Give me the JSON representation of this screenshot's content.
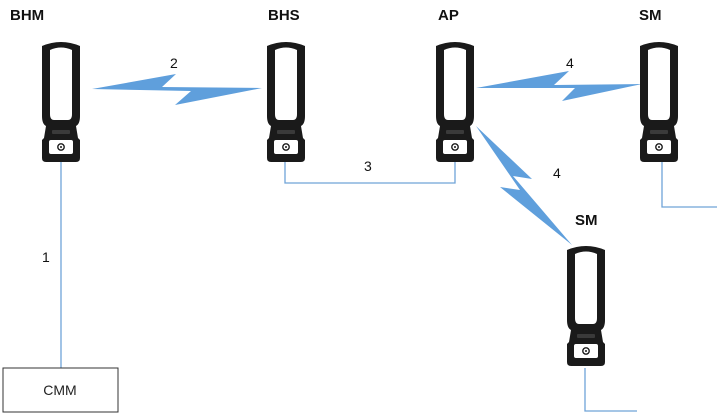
{
  "diagram": {
    "devices": [
      {
        "id": "bhm",
        "label": "BHM"
      },
      {
        "id": "bhs",
        "label": "BHS"
      },
      {
        "id": "ap",
        "label": "AP"
      },
      {
        "id": "sm1",
        "label": "SM"
      },
      {
        "id": "sm2",
        "label": "SM"
      }
    ],
    "cmm_box": {
      "label": "CMM"
    },
    "links": [
      {
        "id": "link-1",
        "label": "1",
        "type": "wired",
        "from": "BHM",
        "to": "CMM"
      },
      {
        "id": "link-2",
        "label": "2",
        "type": "wireless",
        "from": "BHM",
        "to": "BHS"
      },
      {
        "id": "link-3",
        "label": "3",
        "type": "wired",
        "from": "BHS",
        "to": "AP"
      },
      {
        "id": "link-4a",
        "label": "4",
        "type": "wireless",
        "from": "AP",
        "to": "SM"
      },
      {
        "id": "link-4b",
        "label": "4",
        "type": "wireless",
        "from": "AP",
        "to": "SM"
      }
    ],
    "colors": {
      "wire": "#6fa3d8",
      "wireless_bolt": "#5f9fdc",
      "device_body": "#1a1a1a",
      "device_panel": "#ffffff",
      "text": "#111111"
    }
  }
}
